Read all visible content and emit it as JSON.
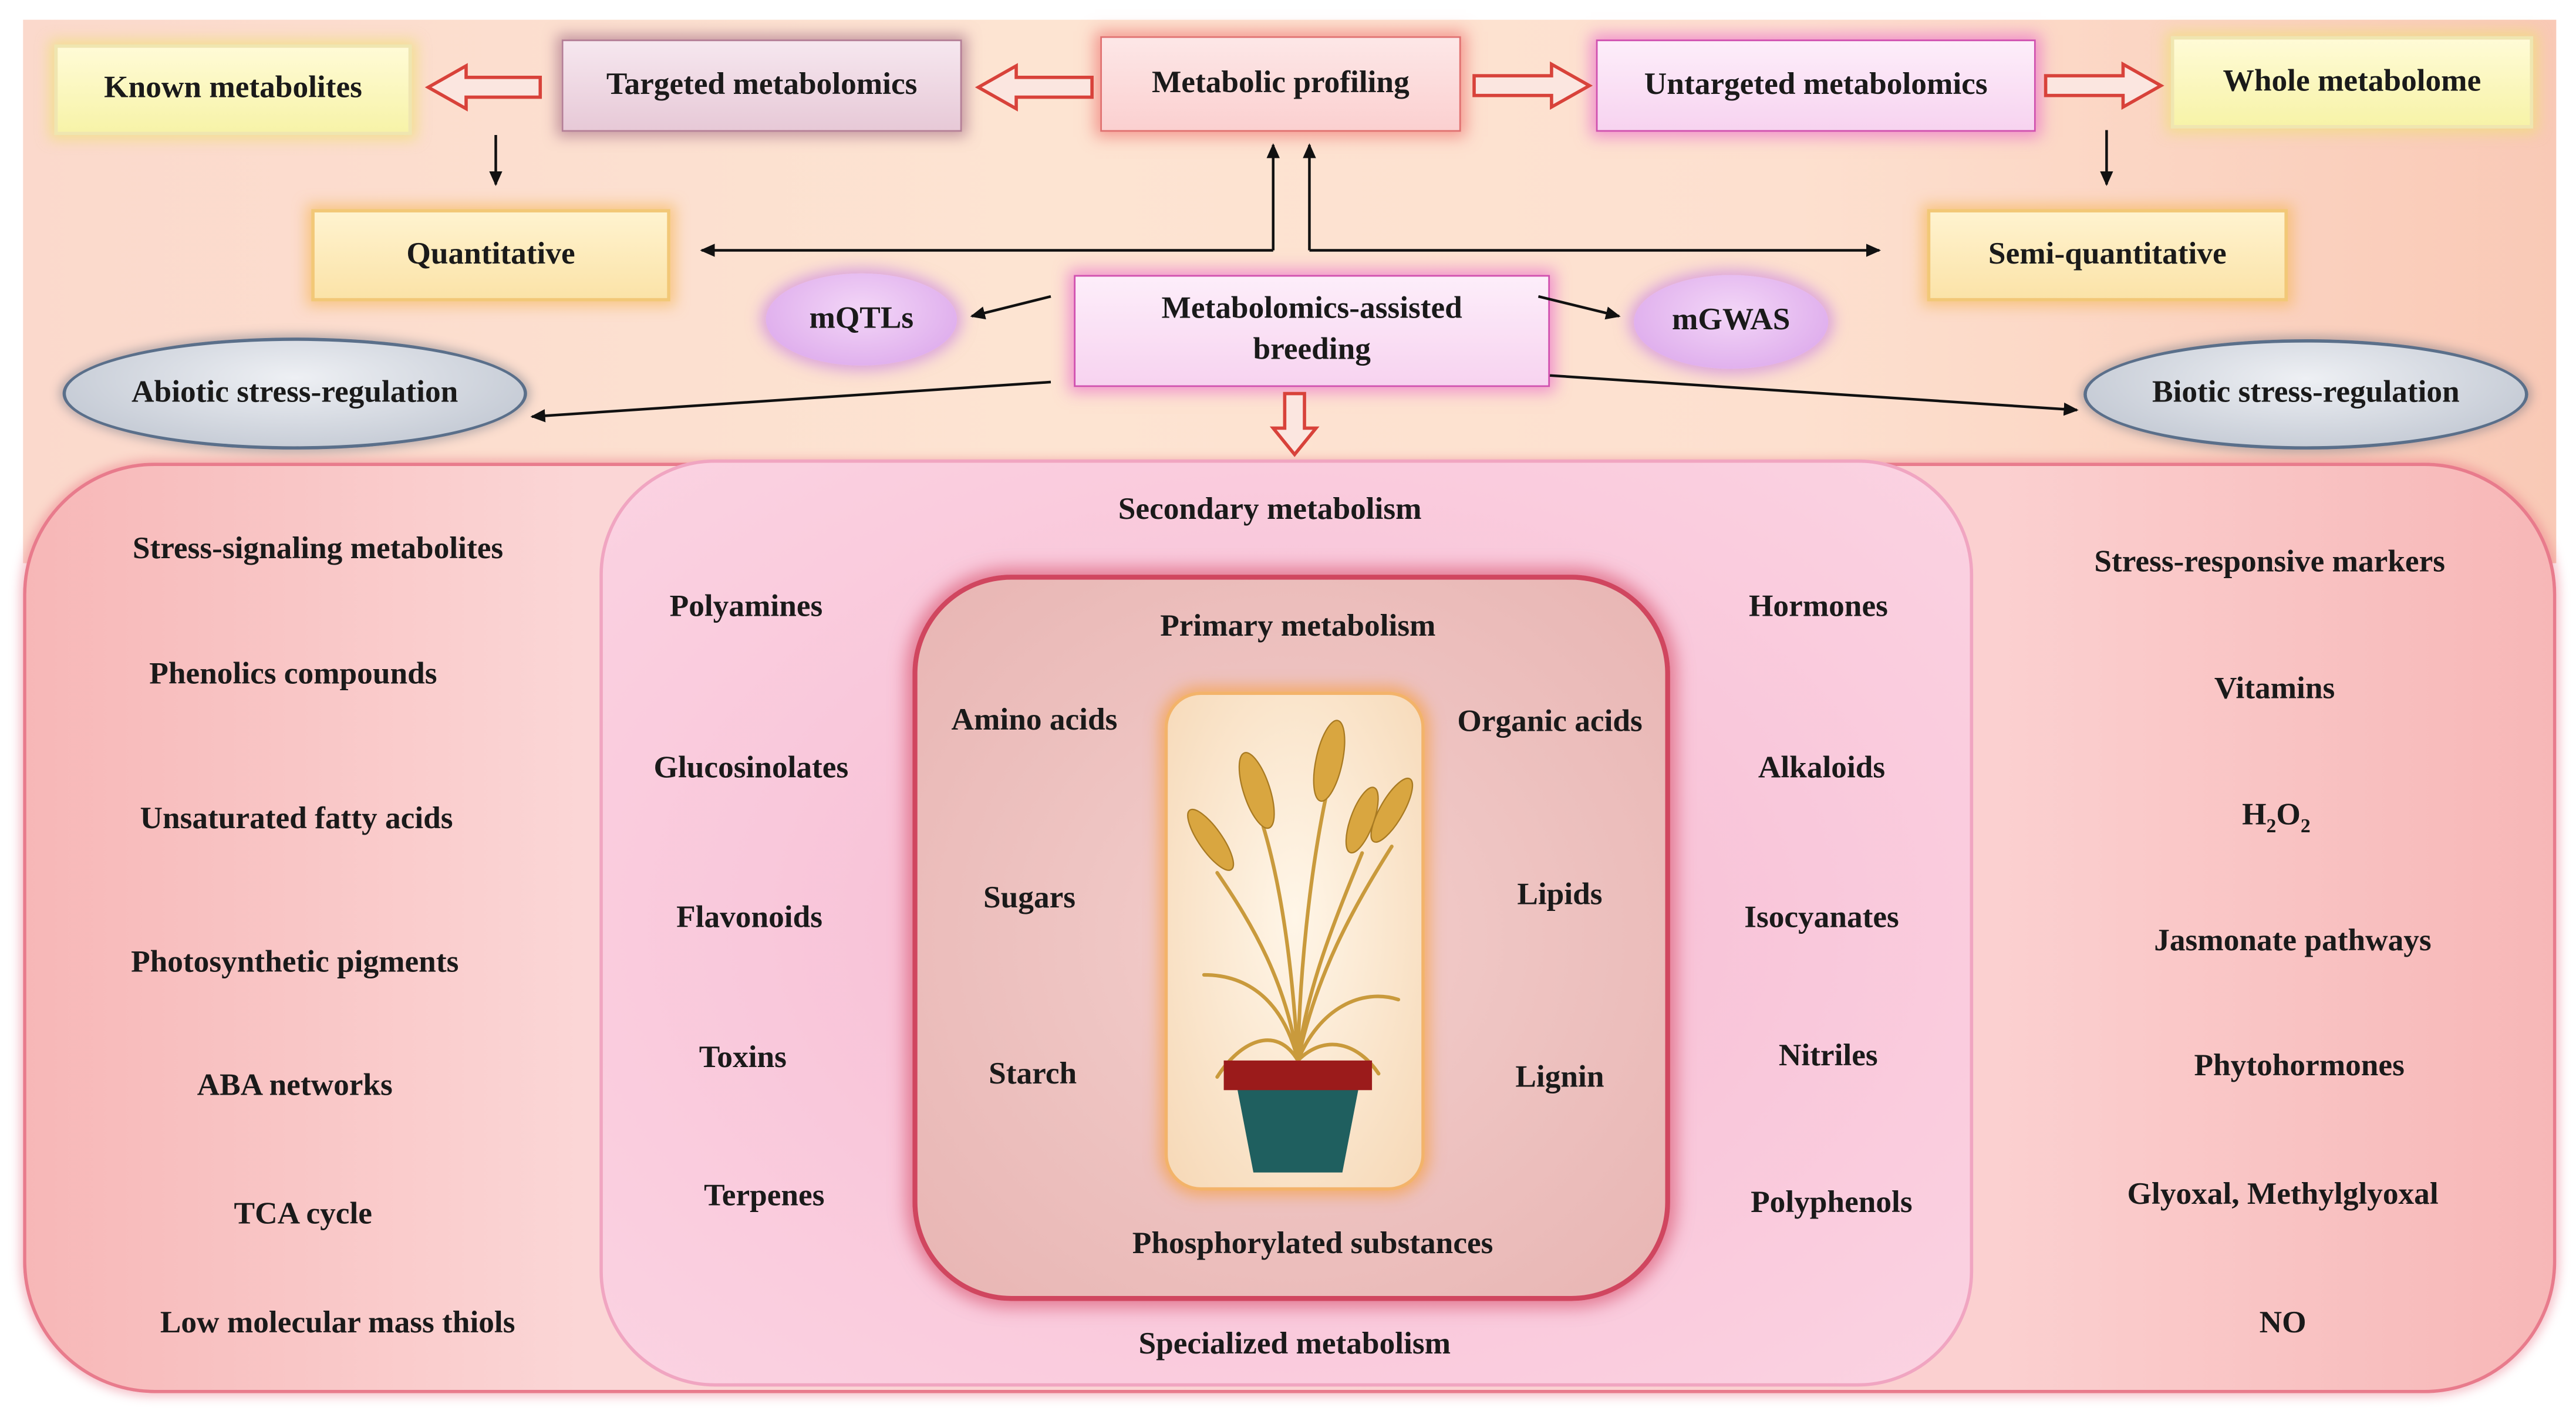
{
  "top": {
    "known": "Known metabolites",
    "targeted": "Targeted metabolomics",
    "profiling": "Metabolic profiling",
    "untargeted": "Untargeted metabolomics",
    "whole": "Whole metabolome",
    "quantitative": "Quantitative",
    "semi": "Semi-quantitative",
    "mqtls": "mQTLs",
    "assisted_line1": "Metabolomics-assisted",
    "assisted_line2": "breeding",
    "mgwas": "mGWAS",
    "abiotic": "Abiotic stress-regulation",
    "biotic": "Biotic stress-regulation"
  },
  "left_list": [
    "Stress-signaling metabolites",
    "Phenolics compounds",
    "Unsaturated fatty acids",
    "Photosynthetic pigments",
    "ABA networks",
    "TCA cycle",
    "Low molecular mass thiols"
  ],
  "right_list": {
    "item0": "Stress-responsive markers",
    "item1": "Vitamins",
    "h2o2_h": "H",
    "h2o2_2a": "2",
    "h2o2_o": "O",
    "h2o2_2b": "2",
    "item3": "Jasmonate pathways",
    "item4": "Phytohormones",
    "item5": "Glyoxal, Methylglyoxal",
    "item6": "NO"
  },
  "secondary": {
    "title": "Secondary metabolism",
    "footer": "Specialized metabolism",
    "left": [
      "Polyamines",
      "Glucosinolates",
      "Flavonoids",
      "Toxins",
      "Terpenes"
    ],
    "right": [
      "Hormones",
      "Alkaloids",
      "Isocyanates",
      "Nitriles",
      "Polyphenols"
    ]
  },
  "primary": {
    "title": "Primary metabolism",
    "footer": "Phosphorylated substances",
    "left": [
      "Amino acids",
      "Sugars",
      "Starch"
    ],
    "right": [
      "Organic acids",
      "Lipids",
      "Lignin"
    ]
  },
  "colors": {
    "accent_red": "#d0465f",
    "arrow_red": "#d8423a",
    "pot_red": "#9b1b1b",
    "pot_teal": "#1f5f5f"
  }
}
